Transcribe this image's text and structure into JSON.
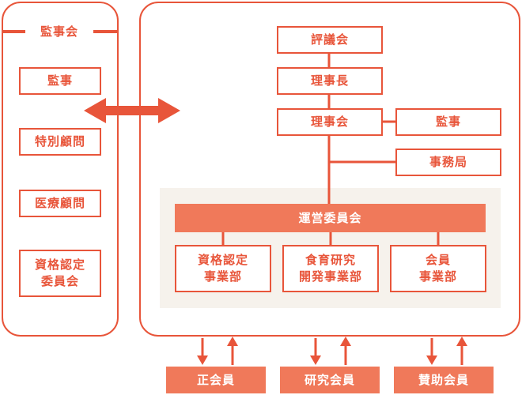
{
  "colors": {
    "accent": "#e8553a",
    "fill": "#f0795a",
    "panel": "#f6f2ec"
  },
  "audit_board": {
    "title": "監事会",
    "members": [
      "監事",
      "特別顧問",
      "医療顧問"
    ],
    "committee": [
      "資格認定",
      "委員会"
    ]
  },
  "hierarchy": {
    "council": "評議会",
    "chairman": "理事長",
    "board": "理事会",
    "auditor": "監事",
    "secretariat": "事務局"
  },
  "operations": {
    "committee": "運営委員会",
    "divisions": [
      [
        "資格認定",
        "事業部"
      ],
      [
        "食育研究",
        "開発事業部"
      ],
      [
        "会員",
        "事業部"
      ]
    ]
  },
  "members": [
    "正会員",
    "研究会員",
    "賛助会員"
  ]
}
